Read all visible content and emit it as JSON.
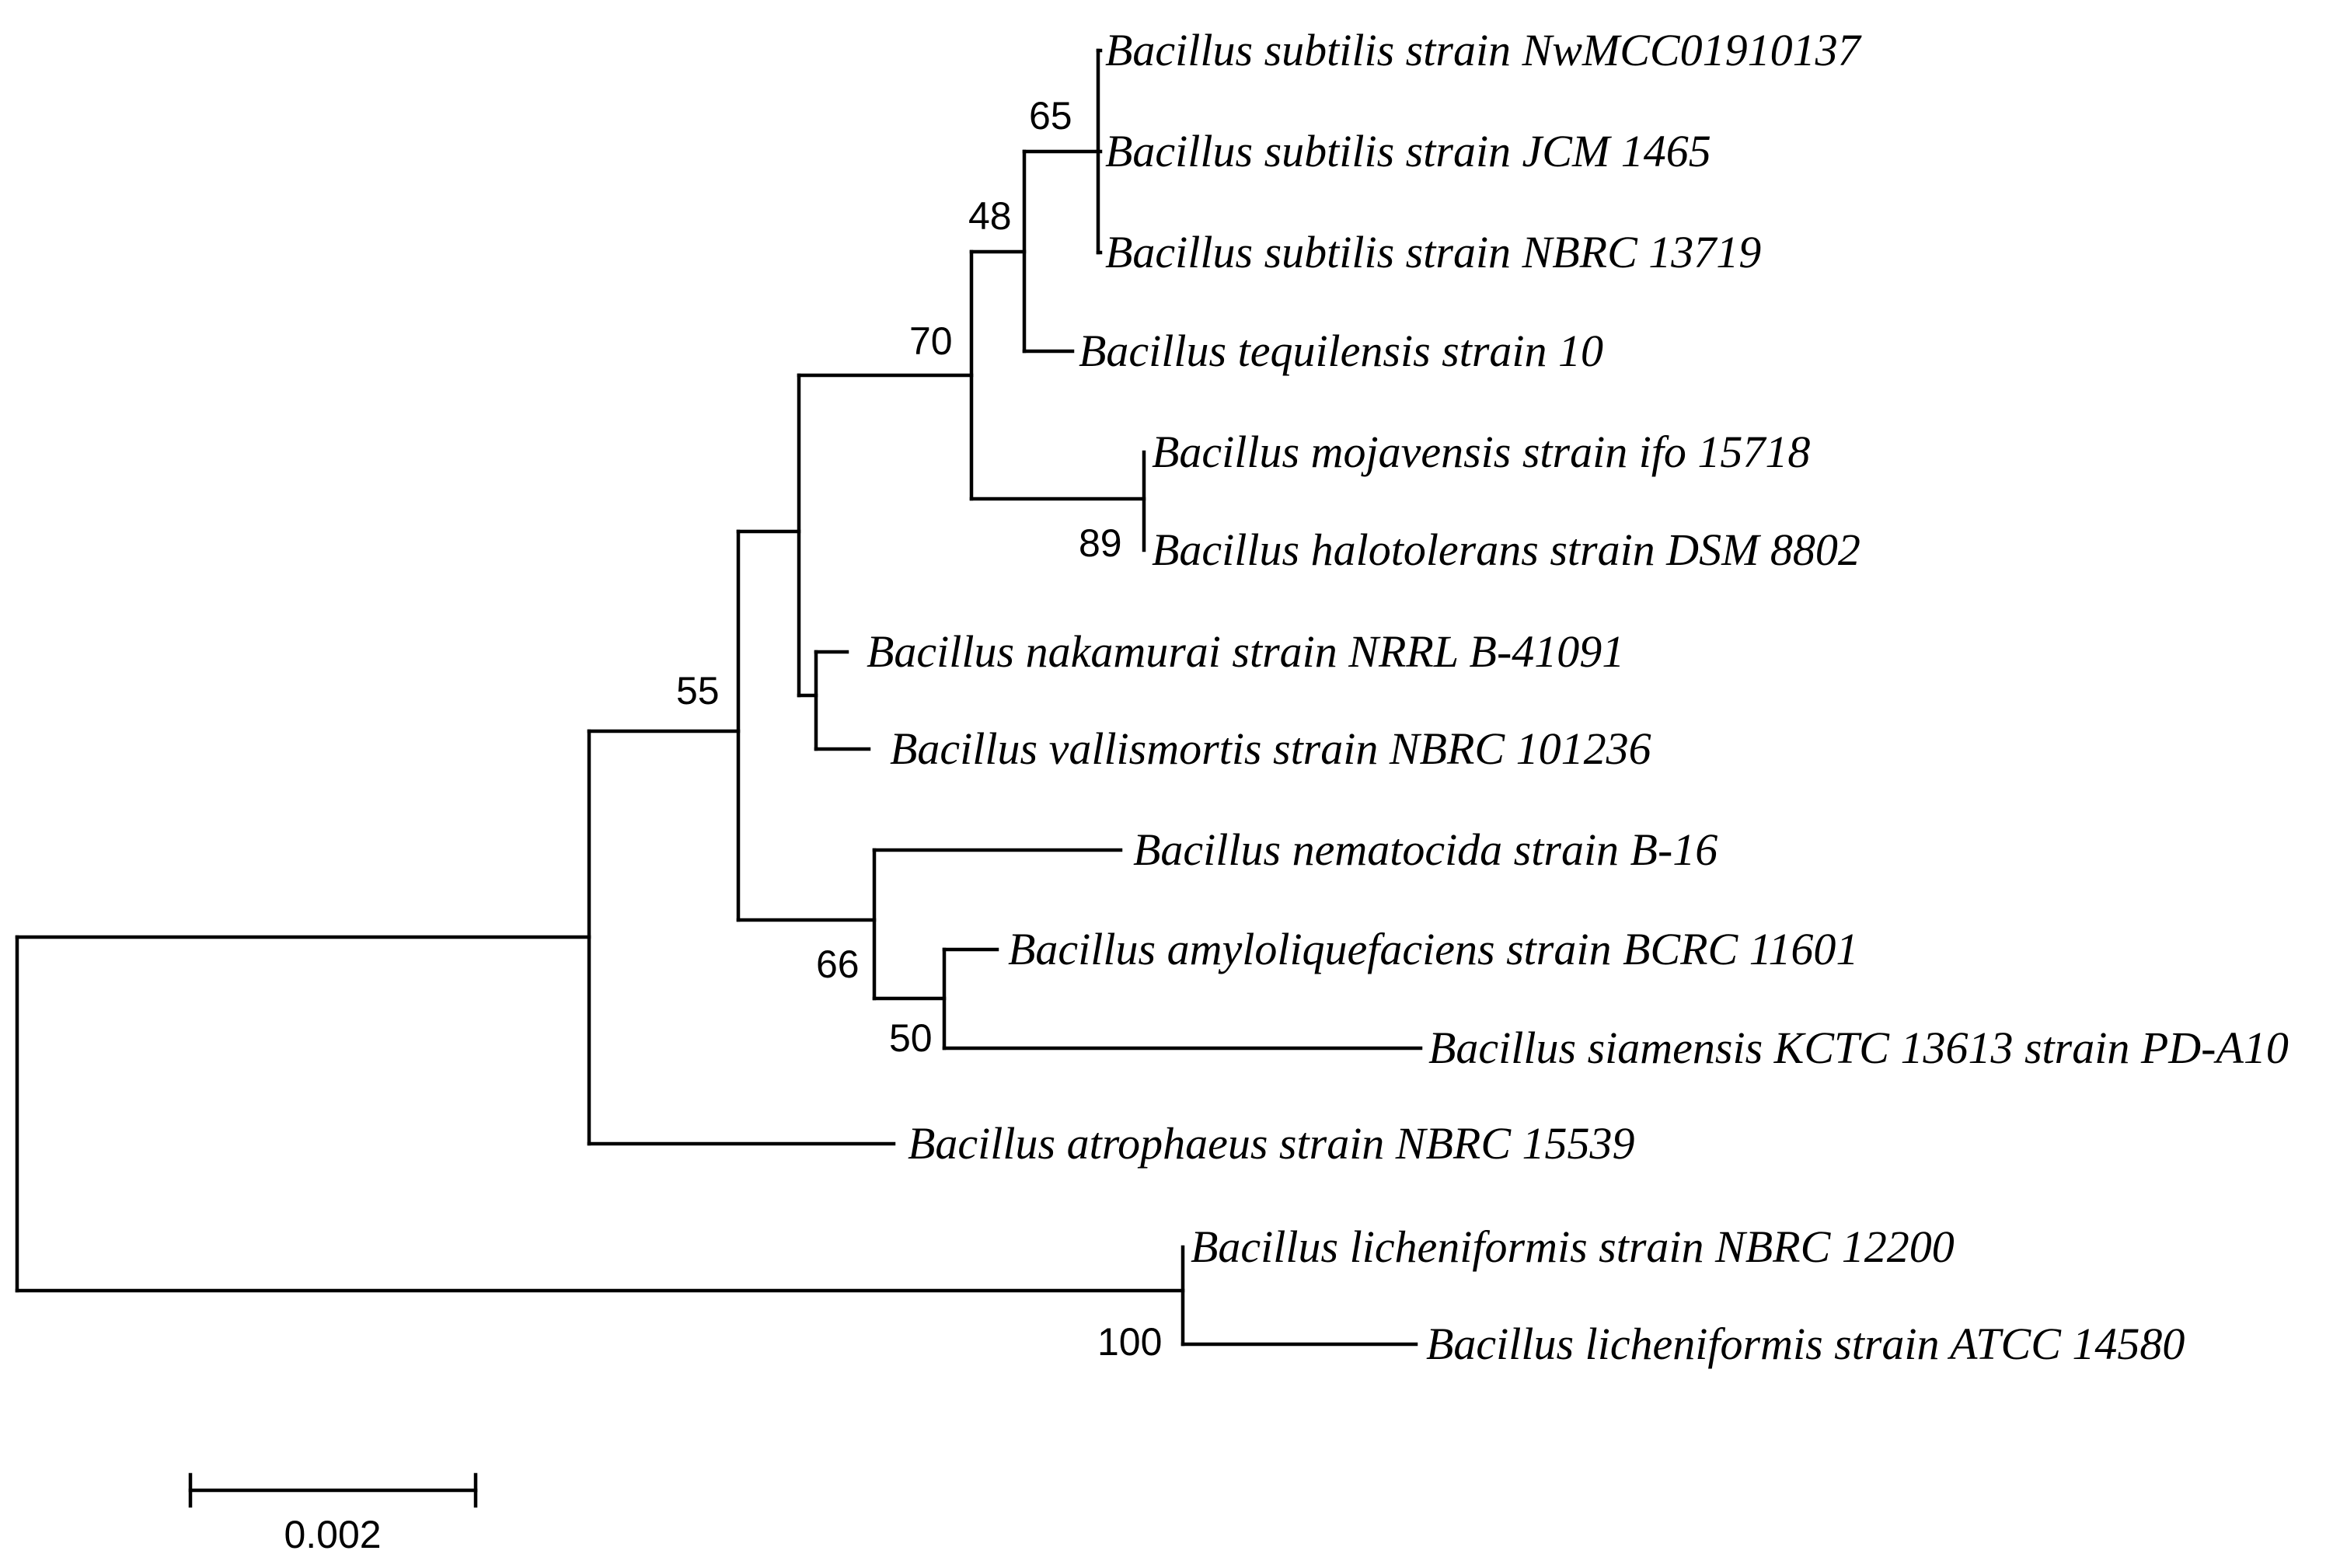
{
  "taxa": [
    "Bacillus subtilis strain NwMCC01910137",
    "Bacillus subtilis strain JCM 1465",
    "Bacillus subtilis strain NBRC 13719",
    "Bacillus tequilensis strain 10",
    "Bacillus mojavensis strain ifo 15718",
    "Bacillus halotolerans strain DSM 8802",
    "Bacillus nakamurai strain NRRL B-41091",
    "Bacillus vallismortis strain NBRC 101236",
    "Bacillus nematocida strain B-16",
    "Bacillus amyloliquefaciens strain BCRC 11601",
    "Bacillus siamensis KCTC 13613 strain PD-A10",
    "Bacillus atrophaeus strain NBRC 15539",
    "Bacillus licheniformis strain NBRC 12200",
    "Bacillus licheniformis strain ATCC 14580"
  ],
  "support_values": [
    "65",
    "48",
    "70",
    "89",
    "55",
    "66",
    "50",
    "100"
  ],
  "scale_bar": {
    "label": "0.002"
  }
}
